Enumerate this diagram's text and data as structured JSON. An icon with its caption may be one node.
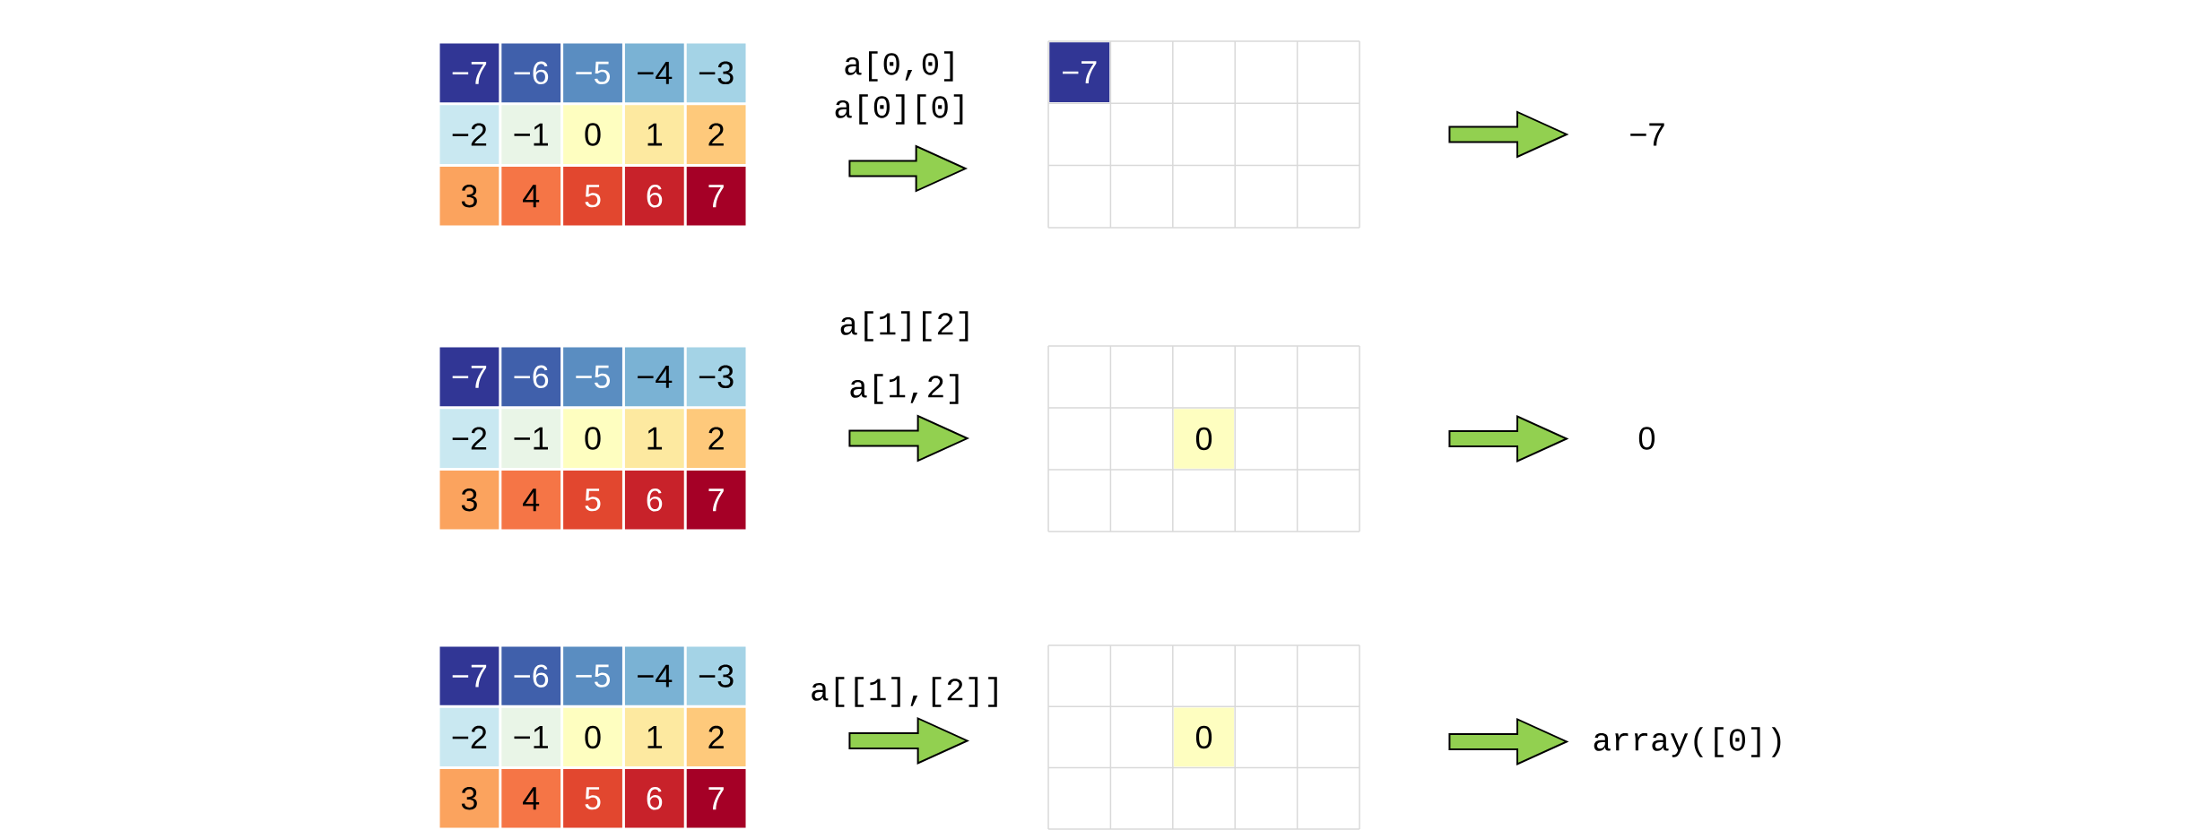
{
  "diagram": {
    "nodes": [
      {
        "text": [
          "−7",
          "−6",
          "−5",
          "−4",
          "−3",
          "−2",
          "−1",
          "0",
          "1",
          "2",
          "3",
          "4",
          "5",
          "6",
          "7"
        ]
      },
      {
        "text": [
          "−7"
        ]
      },
      {
        "text": [
          "−7"
        ]
      },
      {
        "text": [
          "−7",
          "−6",
          "−5",
          "−4",
          "−3",
          "−2",
          "−1",
          "0",
          "1",
          "2",
          "3",
          "4",
          "5",
          "6",
          "7"
        ]
      },
      {
        "text": [
          "0"
        ]
      },
      {
        "text": [
          "0"
        ]
      },
      {
        "text": [
          "−7",
          "−6",
          "−5",
          "−4",
          "−3",
          "−2",
          "−1",
          "0",
          "1",
          "2",
          "3",
          "4",
          "5",
          "6",
          "7"
        ]
      },
      {
        "text": [
          "0"
        ]
      },
      {
        "text": [
          "array([0])"
        ]
      }
    ],
    "edges": [
      {
        "from": 0,
        "to": 1,
        "arrow": "to",
        "label": "a[0,0] a[0][0]"
      },
      {
        "from": 1,
        "to": 2,
        "arrow": "to"
      },
      {
        "from": 3,
        "to": 4,
        "arrow": "to",
        "label": "a[1][2] a[1,2]"
      },
      {
        "from": 4,
        "to": 5,
        "arrow": "to"
      },
      {
        "from": 6,
        "to": 7,
        "arrow": "to",
        "label": "a[[1],[2]]"
      },
      {
        "from": 7,
        "to": 8,
        "arrow": "to"
      }
    ]
  }
}
